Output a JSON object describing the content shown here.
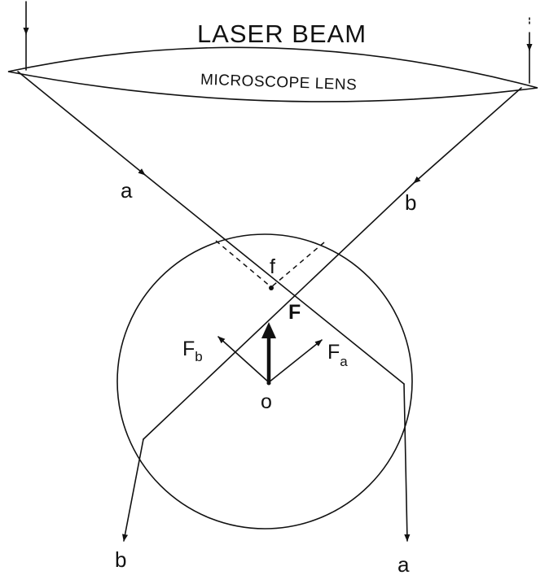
{
  "labels": {
    "laser_beam": "LASER BEAM",
    "microscope_lens": "MICROSCOPE LENS",
    "ray_a": "a",
    "ray_b": "b",
    "focus": "f",
    "net_force": "F",
    "force_b_main": "F",
    "force_b_sub": "b",
    "force_a_main": "F",
    "force_a_sub": "a",
    "center": "o"
  },
  "colors": {
    "ink": "#111111",
    "background": "#ffffff"
  }
}
